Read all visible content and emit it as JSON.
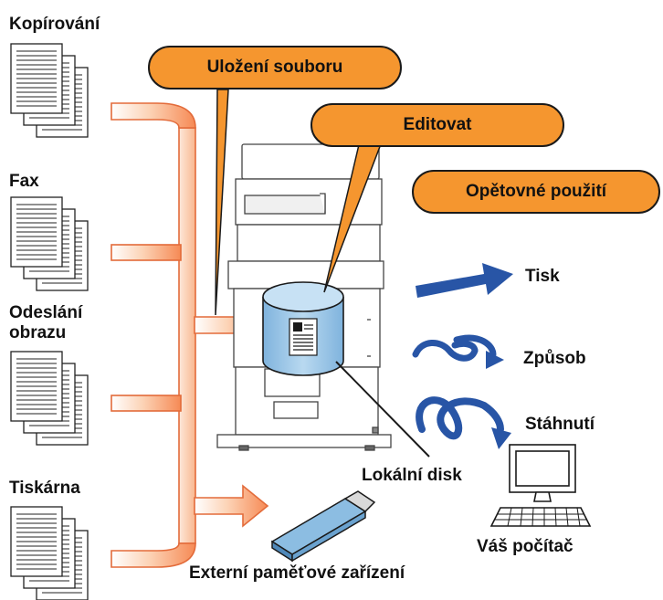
{
  "sources": [
    {
      "label": "Kopírování"
    },
    {
      "label": "Fax"
    },
    {
      "label": "Odeslání\nobrazu"
    },
    {
      "label": "Tiskárna"
    }
  ],
  "callouts": {
    "file_save": "Uložení souboru",
    "edit": "Editovat",
    "reuse": "Opětovné použití"
  },
  "actions": {
    "print": "Tisk",
    "send": "Způsob",
    "download": "Stáhnutí"
  },
  "devices": {
    "local_disk": "Lokální disk",
    "external_storage": "Externí paměťové zařízení",
    "your_pc": "Váš počítač"
  },
  "colors": {
    "accent_orange": "#f5962f",
    "flow_light": "#fde3cf",
    "disk_blue": "#a8cde8",
    "arrow_blue": "#2855a6"
  }
}
